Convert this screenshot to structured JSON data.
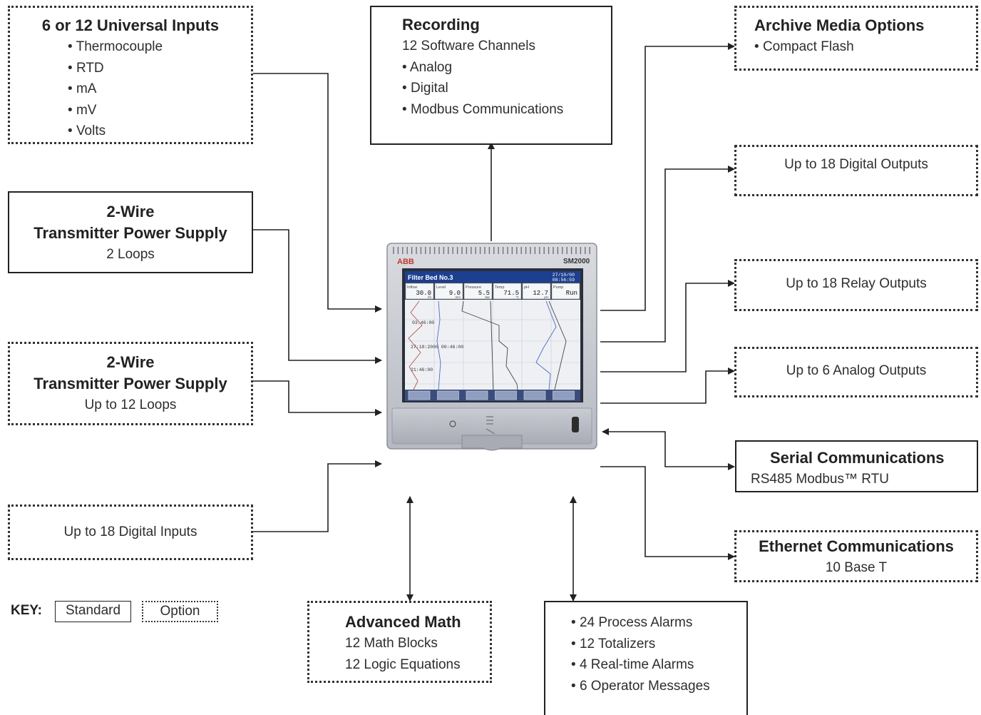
{
  "universal_inputs": {
    "title": "6 or 12 Universal Inputs",
    "items": [
      "Thermocouple",
      "RTD",
      "mA",
      "mV",
      "Volts"
    ]
  },
  "recording": {
    "title": "Recording",
    "subtitle": "12 Software Channels",
    "items": [
      "Analog",
      "Digital",
      "Modbus Communications"
    ]
  },
  "archive": {
    "title": "Archive Media Options",
    "items": [
      "Compact Flash"
    ]
  },
  "tps_standard": {
    "title1": "2-Wire",
    "title2": "Transmitter Power Supply",
    "sub": "2 Loops"
  },
  "tps_option": {
    "title1": "2-Wire",
    "title2": "Transmitter Power Supply",
    "sub": "Up to 12 Loops"
  },
  "digital_inputs": {
    "label": "Up to 18 Digital Inputs"
  },
  "digital_outputs": {
    "label": "Up to 18 Digital Outputs"
  },
  "relay_outputs": {
    "label": "Up to 18 Relay Outputs"
  },
  "analog_outputs": {
    "label": "Up to 6 Analog Outputs"
  },
  "serial": {
    "title": "Serial Communications",
    "sub": "RS485 Modbus™ RTU"
  },
  "ethernet": {
    "title": "Ethernet Communications",
    "sub": "10 Base T"
  },
  "advanced_math": {
    "title": "Advanced Math",
    "lines": [
      "12 Math Blocks",
      "12 Logic Equations"
    ]
  },
  "alarms": {
    "items": [
      "24 Process Alarms",
      "12 Totalizers",
      "4 Real-time Alarms",
      "6 Operator Messages"
    ]
  },
  "key": {
    "label": "KEY:",
    "standard": "Standard",
    "option": "Option"
  },
  "device": {
    "brand": "ABB",
    "model": "SM2000",
    "screen_title": "Filter Bed No.3",
    "date": "27/10/00",
    "time": "08:56:59",
    "channels": [
      {
        "name": "Inflow",
        "value": "30.0",
        "unit": "l/h"
      },
      {
        "name": "Level",
        "value": "9.0",
        "unit": "mm"
      },
      {
        "name": "Pressure",
        "value": "5.5",
        "unit": "bar"
      },
      {
        "name": "Temp",
        "value": "71.5",
        "unit": "°C"
      },
      {
        "name": "pH",
        "value": "12.7",
        "unit": "pH"
      },
      {
        "name": "Pump",
        "value": "Run",
        "unit": ""
      }
    ],
    "chart_times": [
      "03:46:00",
      "27:10:2000  00:46:00",
      "21:46:00"
    ]
  },
  "colors": {
    "line": "#222222",
    "accent_blue": "#1d3f8f"
  }
}
